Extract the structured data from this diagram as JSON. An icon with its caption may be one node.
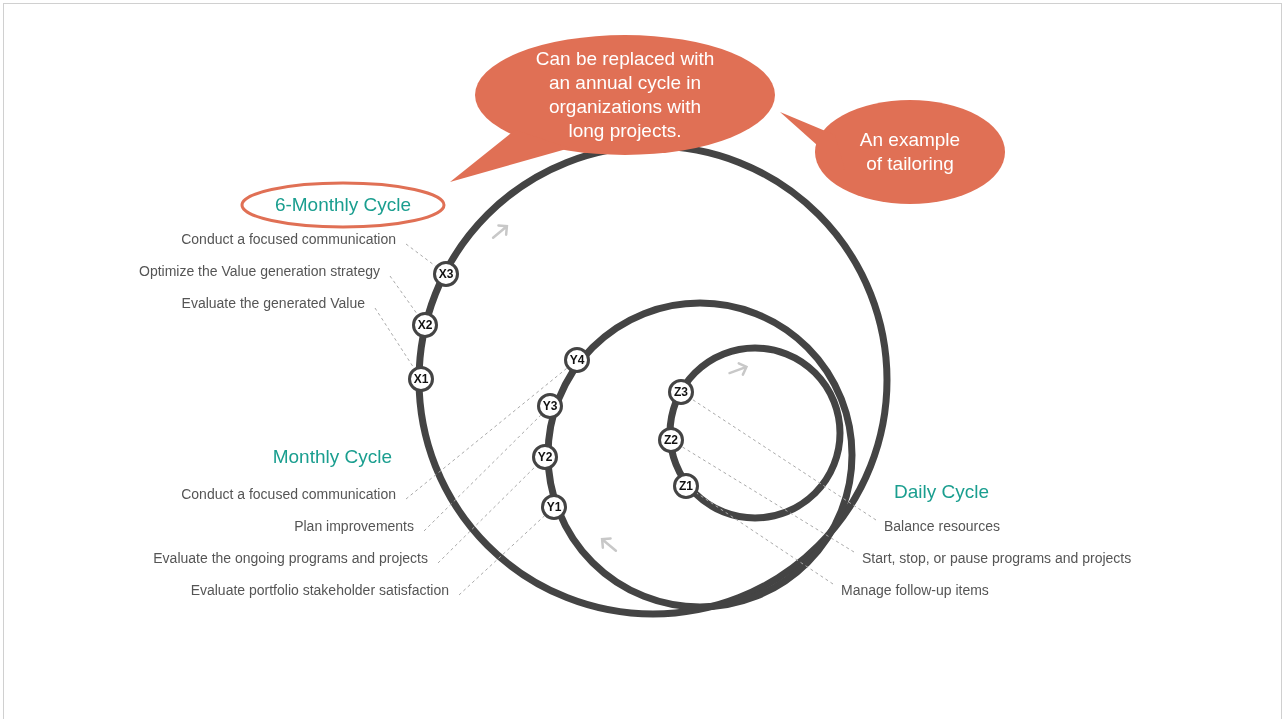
{
  "diagram": {
    "nodes": [
      {
        "text": [
          "Can be replaced with an annual cycle in organizations with long projects."
        ]
      },
      {
        "text": [
          "An example of tailoring"
        ]
      },
      {
        "text": [
          "6-Monthly Cycle"
        ]
      },
      {
        "text": [
          "Conduct a focused communication"
        ]
      },
      {
        "text": [
          "Optimize the Value generation strategy"
        ]
      },
      {
        "text": [
          "Evaluate the generated Value"
        ]
      },
      {
        "text": [
          "X3"
        ]
      },
      {
        "text": [
          "X2"
        ]
      },
      {
        "text": [
          "X1"
        ]
      },
      {
        "text": [
          "Y4"
        ]
      },
      {
        "text": [
          "Y3"
        ]
      },
      {
        "text": [
          "Y2"
        ]
      },
      {
        "text": [
          "Y1"
        ]
      },
      {
        "text": [
          "Z3"
        ]
      },
      {
        "text": [
          "Z2"
        ]
      },
      {
        "text": [
          "Z1"
        ]
      },
      {
        "text": [
          "Conduct a focused communication"
        ]
      },
      {
        "text": [
          "Plan improvements"
        ]
      },
      {
        "text": [
          "Evaluate the ongoing programs and projects"
        ]
      },
      {
        "text": [
          "Evaluate portfolio stakeholder satisfaction"
        ]
      },
      {
        "text": [
          "Balance resources"
        ]
      },
      {
        "text": [
          "Start, stop, or pause programs and projects"
        ]
      },
      {
        "text": [
          "Manage follow-up items"
        ]
      }
    ],
    "edges": [
      {
        "from": 3,
        "to": 6,
        "arrow": "none",
        "style": "dashed"
      },
      {
        "from": 4,
        "to": 7,
        "arrow": "none",
        "style": "dashed"
      },
      {
        "from": 5,
        "to": 8,
        "arrow": "none",
        "style": "dashed"
      },
      {
        "from": 16,
        "to": 9,
        "arrow": "none",
        "style": "dashed"
      },
      {
        "from": 17,
        "to": 10,
        "arrow": "none",
        "style": "dashed"
      },
      {
        "from": 18,
        "to": 11,
        "arrow": "none",
        "style": "dashed"
      },
      {
        "from": 19,
        "to": 12,
        "arrow": "none",
        "style": "dashed"
      },
      {
        "from": 20,
        "to": 13,
        "arrow": "none",
        "style": "dashed"
      },
      {
        "from": 21,
        "to": 14,
        "arrow": "none",
        "style": "dashed"
      },
      {
        "from": 22,
        "to": 15,
        "arrow": "none",
        "style": "dashed"
      }
    ],
    "labels": [
      "Monthly Cycle",
      "Daily Cycle"
    ]
  }
}
